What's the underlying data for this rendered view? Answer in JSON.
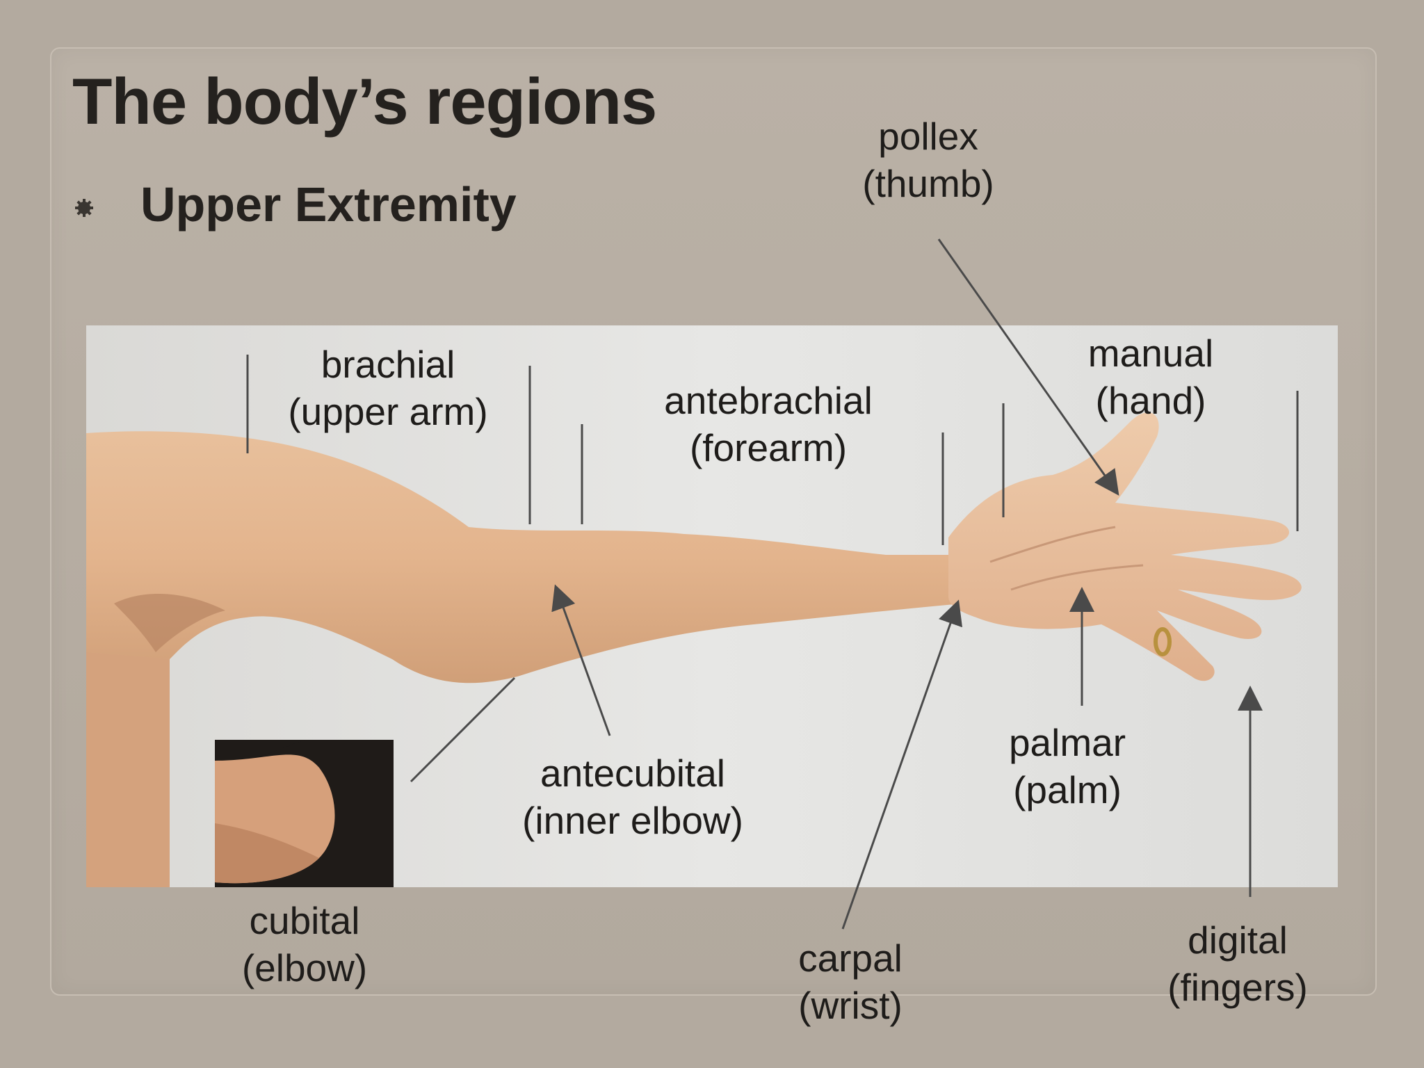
{
  "slide": {
    "title": "The body’s regions",
    "bullet": "Upper Extremity",
    "bullet_icon": "gear-bullet-icon"
  },
  "labels": {
    "pollex": {
      "term": "pollex",
      "desc": "(thumb)"
    },
    "brachial": {
      "term": "brachial",
      "desc": "(upper arm)"
    },
    "antebrachial": {
      "term": "antebrachial",
      "desc": "(forearm)"
    },
    "manual": {
      "term": "manual",
      "desc": "(hand)"
    },
    "antecubital": {
      "term": "antecubital",
      "desc": "(inner elbow)"
    },
    "palmar": {
      "term": "palmar",
      "desc": "(palm)"
    },
    "cubital": {
      "term": "cubital",
      "desc": "(elbow)"
    },
    "carpal": {
      "term": "carpal",
      "desc": "(wrist)"
    },
    "digital": {
      "term": "digital",
      "desc": "(fingers)"
    }
  },
  "colors": {
    "background": "#b3aa9f",
    "text": "#1e1c1a",
    "skin": "#e6b994",
    "photo_background": "#e2e2e0"
  }
}
